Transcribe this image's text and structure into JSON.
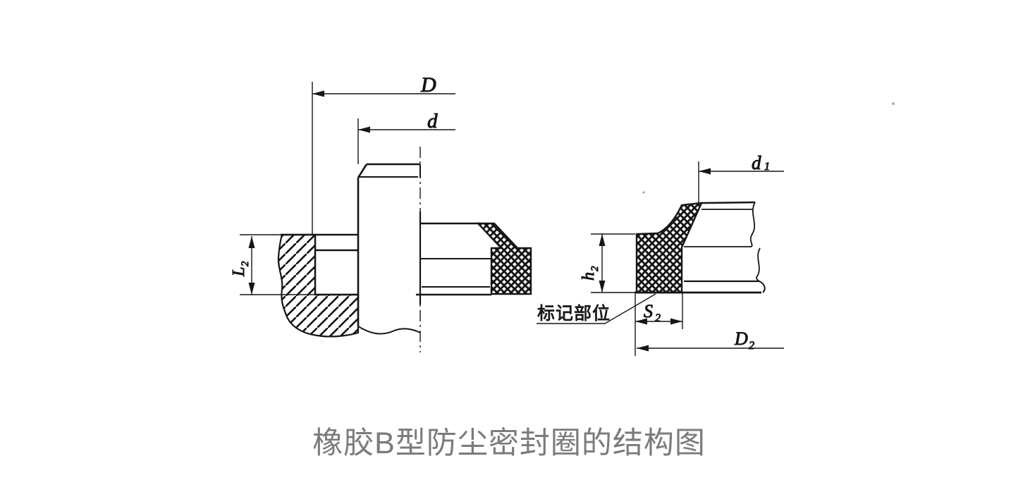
{
  "figure": {
    "caption": "橡胶B型防尘密封圈的结构图",
    "marking_label": "标记部位"
  },
  "dimensions": {
    "D": {
      "base": "D"
    },
    "d": {
      "base": "d"
    },
    "L2": {
      "base": "L",
      "sub": "2"
    },
    "d1": {
      "base": "d",
      "sub": "1"
    },
    "h2": {
      "base": "h",
      "sub": "2"
    },
    "S2": {
      "base": "S",
      "sub": "2"
    },
    "D2": {
      "base": "D",
      "sub": "2"
    }
  },
  "colors": {
    "ink": "#151515",
    "caption": "#7b7b7b",
    "background": "#ffffff"
  }
}
